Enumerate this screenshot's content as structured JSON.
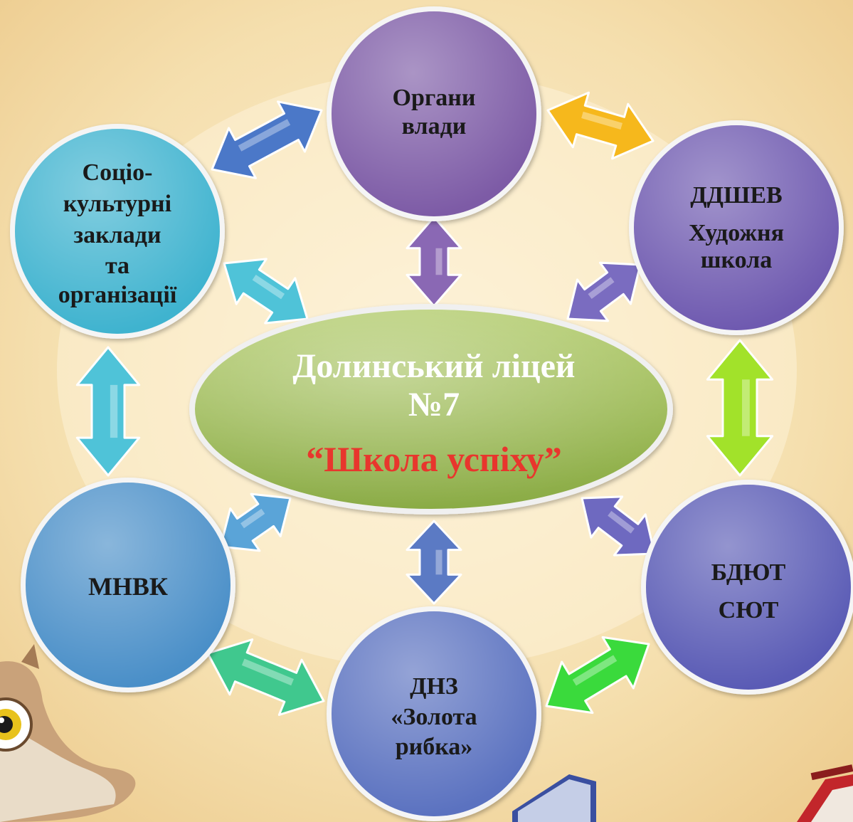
{
  "center": {
    "title_line1": "Долинський ліцей",
    "title_line2": "№7",
    "subtitle": "“Школа  успіху”"
  },
  "nodes": {
    "authorities": {
      "lines": [
        "Органи",
        "влади"
      ]
    },
    "art_school": {
      "lines": [
        "ДДШЕВ",
        "Художня",
        "школа"
      ]
    },
    "youth_centers": {
      "lines": [
        "БДЮТ",
        "СЮТ"
      ]
    },
    "kindergarten": {
      "lines": [
        "ДНЗ",
        "«Золота",
        "рибка»"
      ]
    },
    "mnvk": {
      "lines": [
        "МНВК"
      ]
    },
    "cultural": {
      "lines": [
        "Соціо-",
        "культурні",
        "заклади",
        "та",
        "організації"
      ]
    }
  },
  "colors": {
    "background": "#f6e3b8",
    "center_fill": "#9ebb59",
    "center_title": "#ffffff",
    "center_subtitle": "#e8362d",
    "authorities": "#7d5ba6",
    "art_school": "#6f5ab0",
    "youth_centers": "#5a5bb5",
    "kindergarten": "#5b72c0",
    "mnvk": "#4a8fc8",
    "cultural": "#3fb3cf"
  }
}
